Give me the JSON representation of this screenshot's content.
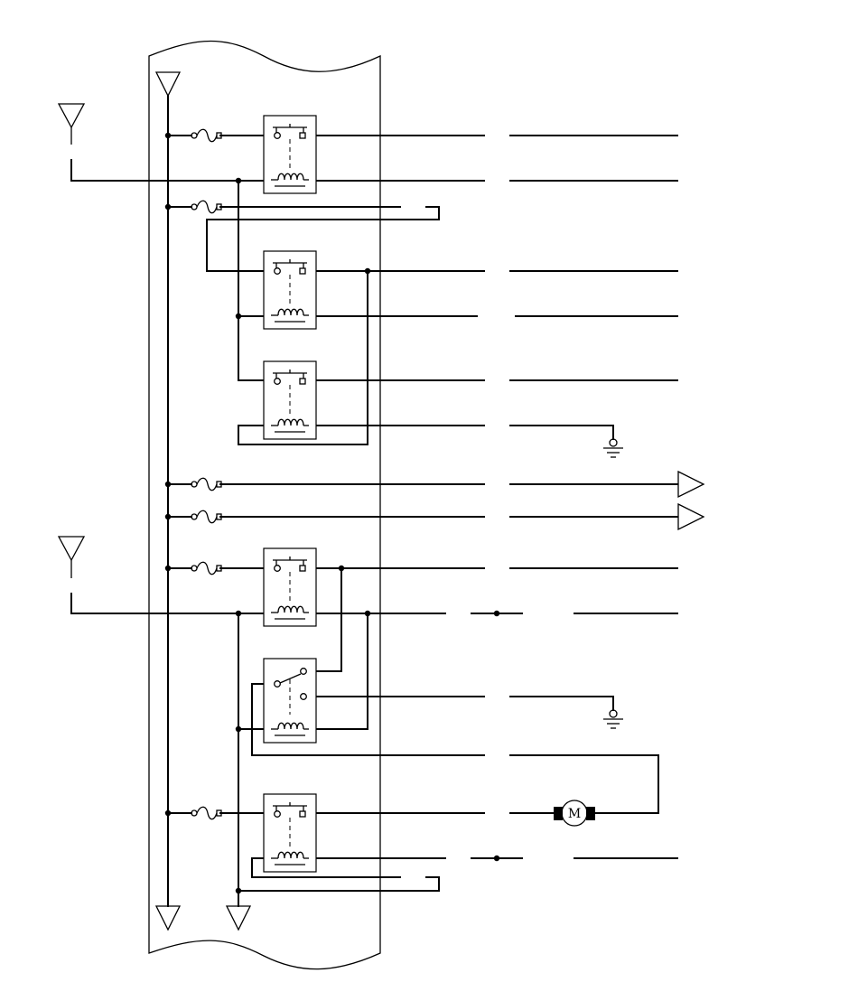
{
  "diagram": {
    "kind": "wiring-schematic",
    "background": "#ffffff",
    "line_color": "#000000",
    "motor_label": "M",
    "components": {
      "fuses": 6,
      "relays_normally_open": 5,
      "relays_changeover": 1,
      "ground_symbols": 2,
      "antenna_inputs": 2,
      "connector_outputs": 2,
      "motors": 1,
      "bus_terminals": 2
    }
  }
}
